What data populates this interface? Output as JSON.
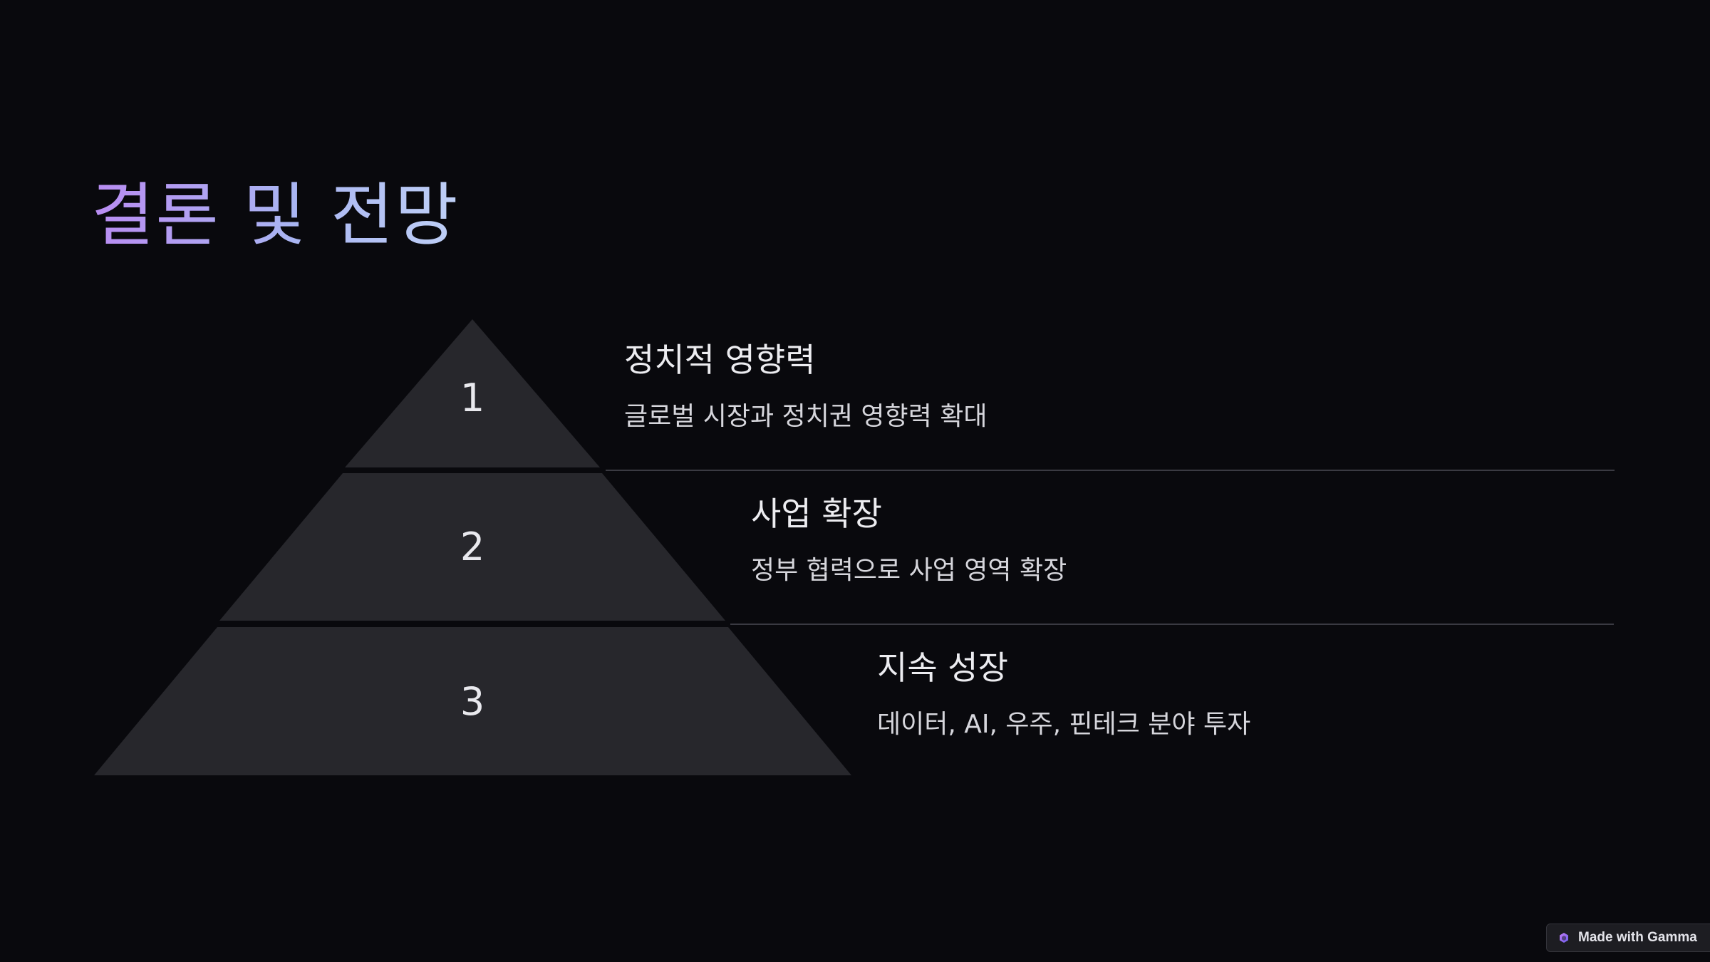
{
  "title": "결론 및 전망",
  "tiers": [
    {
      "number": "1",
      "heading": "정치적 영향력",
      "description": "글로벌 시장과 정치권 영향력 확대"
    },
    {
      "number": "2",
      "heading": "사업 확장",
      "description": "정부 협력으로 사업 영역 확장"
    },
    {
      "number": "3",
      "heading": "지속 성장",
      "description": "데이터, AI, 우주, 핀테크 분야 투자"
    }
  ],
  "badge": {
    "label": "Made with Gamma",
    "icon": "gamma-logo-icon"
  },
  "colors": {
    "background": "#09090d",
    "tier_fill": "#27272c",
    "title_gradient_start": "#b98cf2",
    "title_gradient_end": "#bfd0f6"
  }
}
